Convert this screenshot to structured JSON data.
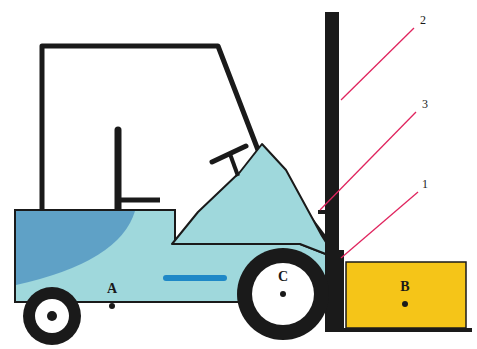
{
  "diagram": {
    "labels": [
      "2",
      "3",
      "1",
      "A",
      "C",
      "B"
    ]
  }
}
